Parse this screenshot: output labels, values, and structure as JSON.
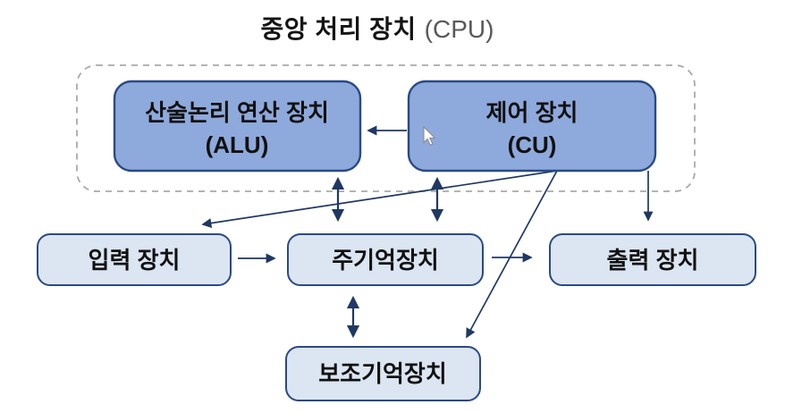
{
  "title": {
    "main": "중앙 처리 장치",
    "sub": "(CPU)"
  },
  "nodes": {
    "alu": {
      "line1": "산술논리 연산 장치",
      "line2": "(ALU)"
    },
    "cu": {
      "line1": "제어 장치",
      "line2": "(CU)"
    },
    "input_device": {
      "label": "입력 장치"
    },
    "main_memory": {
      "label": "주기억장치"
    },
    "output_device": {
      "label": "출력 장치"
    },
    "aux_memory": {
      "label": "보조기억장치"
    }
  },
  "edges": [
    {
      "from": "제어 장치 (CU)",
      "to": "산술논리 연산 장치 (ALU)",
      "type": "one-way"
    },
    {
      "from": "산술논리 연산 장치 (ALU)",
      "to": "주기억장치",
      "type": "two-way"
    },
    {
      "from": "제어 장치 (CU)",
      "to": "주기억장치",
      "type": "two-way"
    },
    {
      "from": "제어 장치 (CU)",
      "to": "입력 장치",
      "type": "one-way"
    },
    {
      "from": "제어 장치 (CU)",
      "to": "보조기억장치",
      "type": "one-way"
    },
    {
      "from": "제어 장치 (CU)",
      "to": "출력 장치",
      "type": "one-way"
    },
    {
      "from": "입력 장치",
      "to": "주기억장치",
      "type": "one-way"
    },
    {
      "from": "주기억장치",
      "to": "출력 장치",
      "type": "one-way"
    },
    {
      "from": "주기억장치",
      "to": "보조기억장치",
      "type": "two-way"
    }
  ],
  "colors": {
    "node_fill_dark": "#8ea9db",
    "node_fill_light": "#dce5f2",
    "node_border": "#2a4a85",
    "arrow": "#1f3864",
    "dashed_border": "#a9a9a9",
    "title_main": "#141414",
    "title_sub": "#595959"
  }
}
